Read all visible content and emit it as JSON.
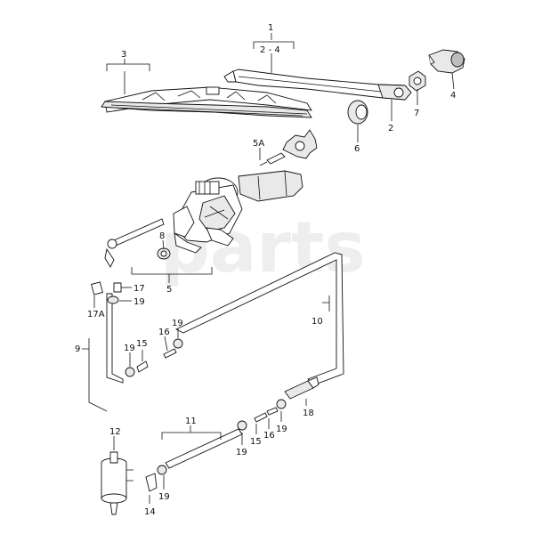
{
  "watermark": {
    "text": "parts",
    "subtext": ""
  },
  "labels": [
    {
      "id": "1",
      "text": "1"
    },
    {
      "id": "2-4",
      "text": "2 - 4"
    },
    {
      "id": "3",
      "text": "3"
    },
    {
      "id": "4",
      "text": "4"
    },
    {
      "id": "7",
      "text": "7"
    },
    {
      "id": "2",
      "text": "2"
    },
    {
      "id": "6",
      "text": "6"
    },
    {
      "id": "5A",
      "text": "5A"
    },
    {
      "id": "8",
      "text": "8"
    },
    {
      "id": "5",
      "text": "5"
    },
    {
      "id": "17",
      "text": "17"
    },
    {
      "id": "17A",
      "text": "17A"
    },
    {
      "id": "19a",
      "text": "19"
    },
    {
      "id": "10",
      "text": "10"
    },
    {
      "id": "9",
      "text": "9"
    },
    {
      "id": "19b",
      "text": "19"
    },
    {
      "id": "16a",
      "text": "16"
    },
    {
      "id": "19c",
      "text": "19"
    },
    {
      "id": "15a",
      "text": "15"
    },
    {
      "id": "18",
      "text": "18"
    },
    {
      "id": "11",
      "text": "11"
    },
    {
      "id": "12",
      "text": "12"
    },
    {
      "id": "16b",
      "text": "16"
    },
    {
      "id": "19d",
      "text": "19"
    },
    {
      "id": "15b",
      "text": "15"
    },
    {
      "id": "19e",
      "text": "19"
    },
    {
      "id": "19f",
      "text": "19"
    },
    {
      "id": "14",
      "text": "14"
    }
  ]
}
